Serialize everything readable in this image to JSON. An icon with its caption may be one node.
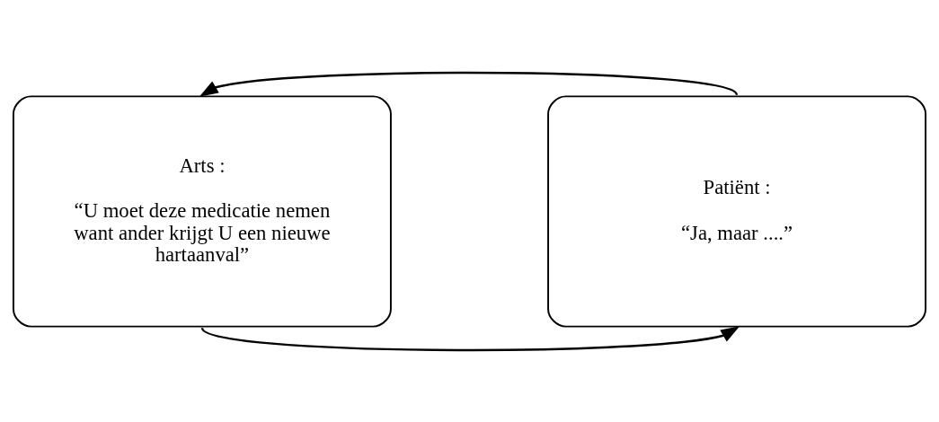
{
  "diagram": {
    "nodes": [
      {
        "text": [
          "Arts :",
          "“U moet deze medicatie nemen want ander krijgt U een nieuwe hartaanval”"
        ]
      },
      {
        "text": [
          "Patiënt :",
          "“Ja, maar ....”"
        ]
      }
    ],
    "edges": [
      {
        "from": 1,
        "to": 0,
        "arrow": "to"
      },
      {
        "from": 0,
        "to": 1,
        "arrow": "to"
      }
    ]
  }
}
